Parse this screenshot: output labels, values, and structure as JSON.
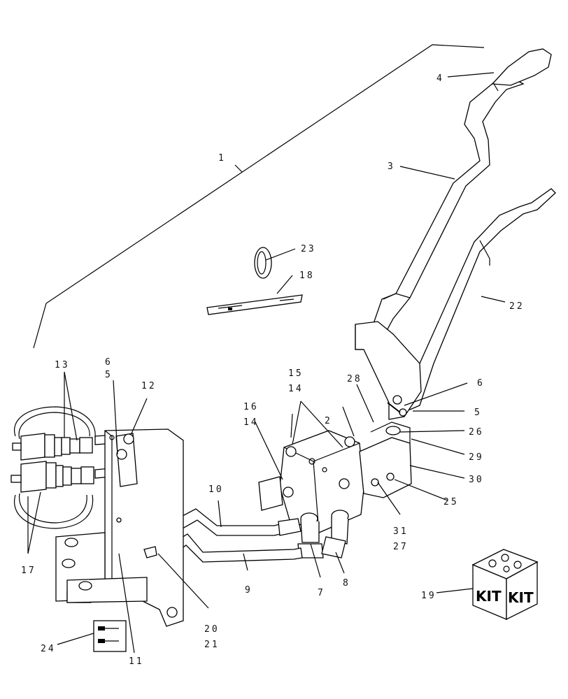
{
  "diagram": {
    "labels": [
      {
        "id": "l1",
        "text": "1"
      },
      {
        "id": "l2",
        "text": "2"
      },
      {
        "id": "l3",
        "text": "3"
      },
      {
        "id": "l4",
        "text": "4"
      },
      {
        "id": "l5a",
        "text": "5"
      },
      {
        "id": "l5b",
        "text": "5"
      },
      {
        "id": "l6a",
        "text": "6"
      },
      {
        "id": "l6b",
        "text": "6"
      },
      {
        "id": "l7",
        "text": "7"
      },
      {
        "id": "l8",
        "text": "8"
      },
      {
        "id": "l9",
        "text": "9"
      },
      {
        "id": "l10",
        "text": "10"
      },
      {
        "id": "l11",
        "text": "11"
      },
      {
        "id": "l12",
        "text": "12"
      },
      {
        "id": "l13",
        "text": "13"
      },
      {
        "id": "l14a",
        "text": "14"
      },
      {
        "id": "l14b",
        "text": "14"
      },
      {
        "id": "l15",
        "text": "15"
      },
      {
        "id": "l16",
        "text": "16"
      },
      {
        "id": "l17",
        "text": "17"
      },
      {
        "id": "l18",
        "text": "18"
      },
      {
        "id": "l19",
        "text": "19"
      },
      {
        "id": "l20",
        "text": "20"
      },
      {
        "id": "l21",
        "text": "21"
      },
      {
        "id": "l22",
        "text": "22"
      },
      {
        "id": "l23",
        "text": "23"
      },
      {
        "id": "l24",
        "text": "24"
      },
      {
        "id": "l25",
        "text": "25"
      },
      {
        "id": "l26",
        "text": "26"
      },
      {
        "id": "l27",
        "text": "27"
      },
      {
        "id": "l28",
        "text": "28"
      },
      {
        "id": "l29",
        "text": "29"
      },
      {
        "id": "l30",
        "text": "30"
      },
      {
        "id": "l31",
        "text": "31"
      }
    ],
    "kit_box": {
      "left_text": "KIT",
      "right_text": "KIT"
    }
  }
}
